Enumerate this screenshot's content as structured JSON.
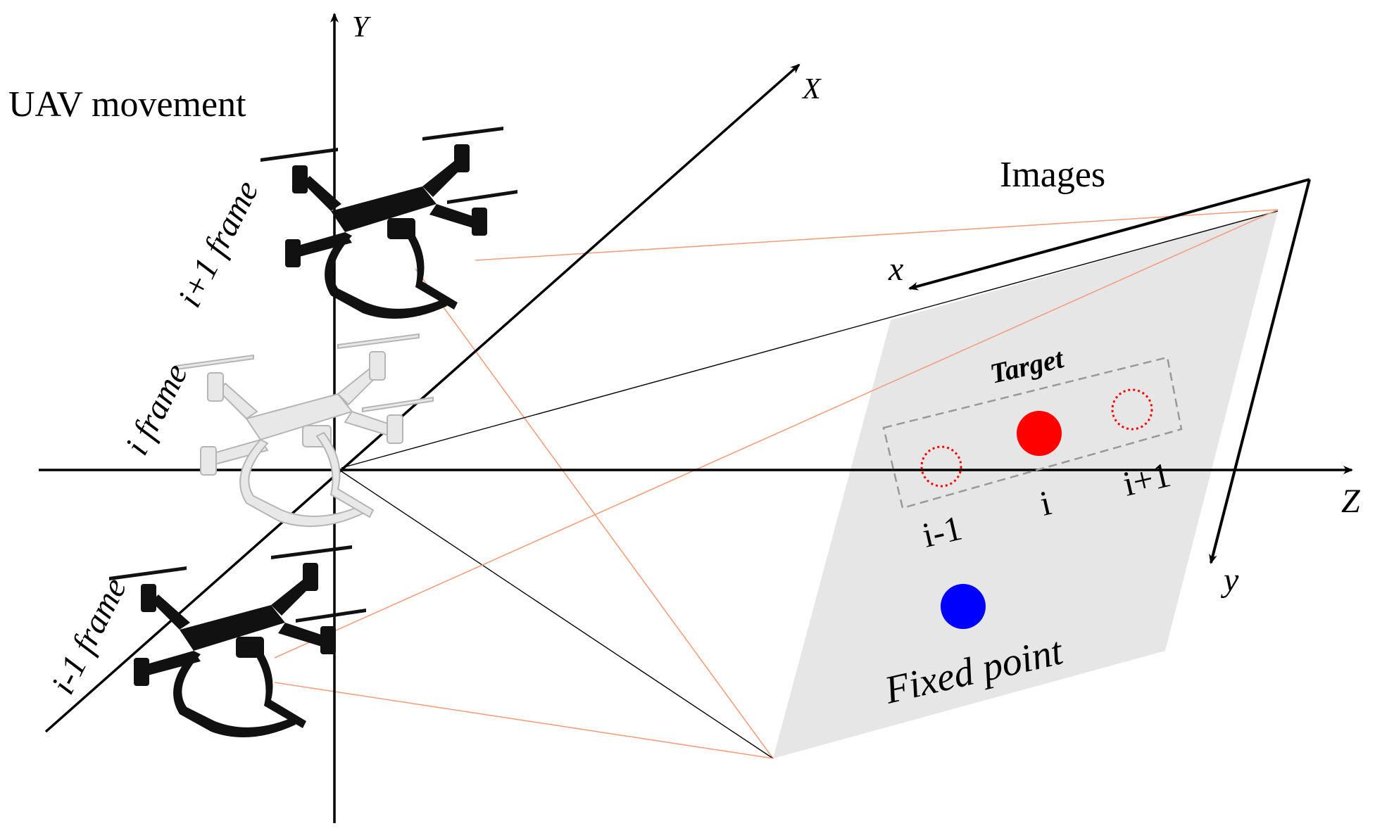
{
  "axes": {
    "world_y": "Y",
    "world_x": "X",
    "world_z": "Z",
    "image_x": "x",
    "image_y": "y"
  },
  "labels": {
    "uav_movement": "UAV movement",
    "images": "Images",
    "frame_next": "i+1 frame",
    "frame_current": "i frame",
    "frame_prev": "i-1 frame",
    "target": "Target",
    "idx_prev": "i-1",
    "idx_current": "i",
    "idx_next": "i+1",
    "fixed_point": "Fixed point"
  },
  "colors": {
    "image_plane": "#e6e6e6",
    "ray_orange": "#f0a080",
    "target_current": "#ff0000",
    "target_ghost": "#ff0000",
    "fixed_point": "#0000ff",
    "drone_dark": "#111111",
    "drone_white": "#e8e8e8"
  }
}
